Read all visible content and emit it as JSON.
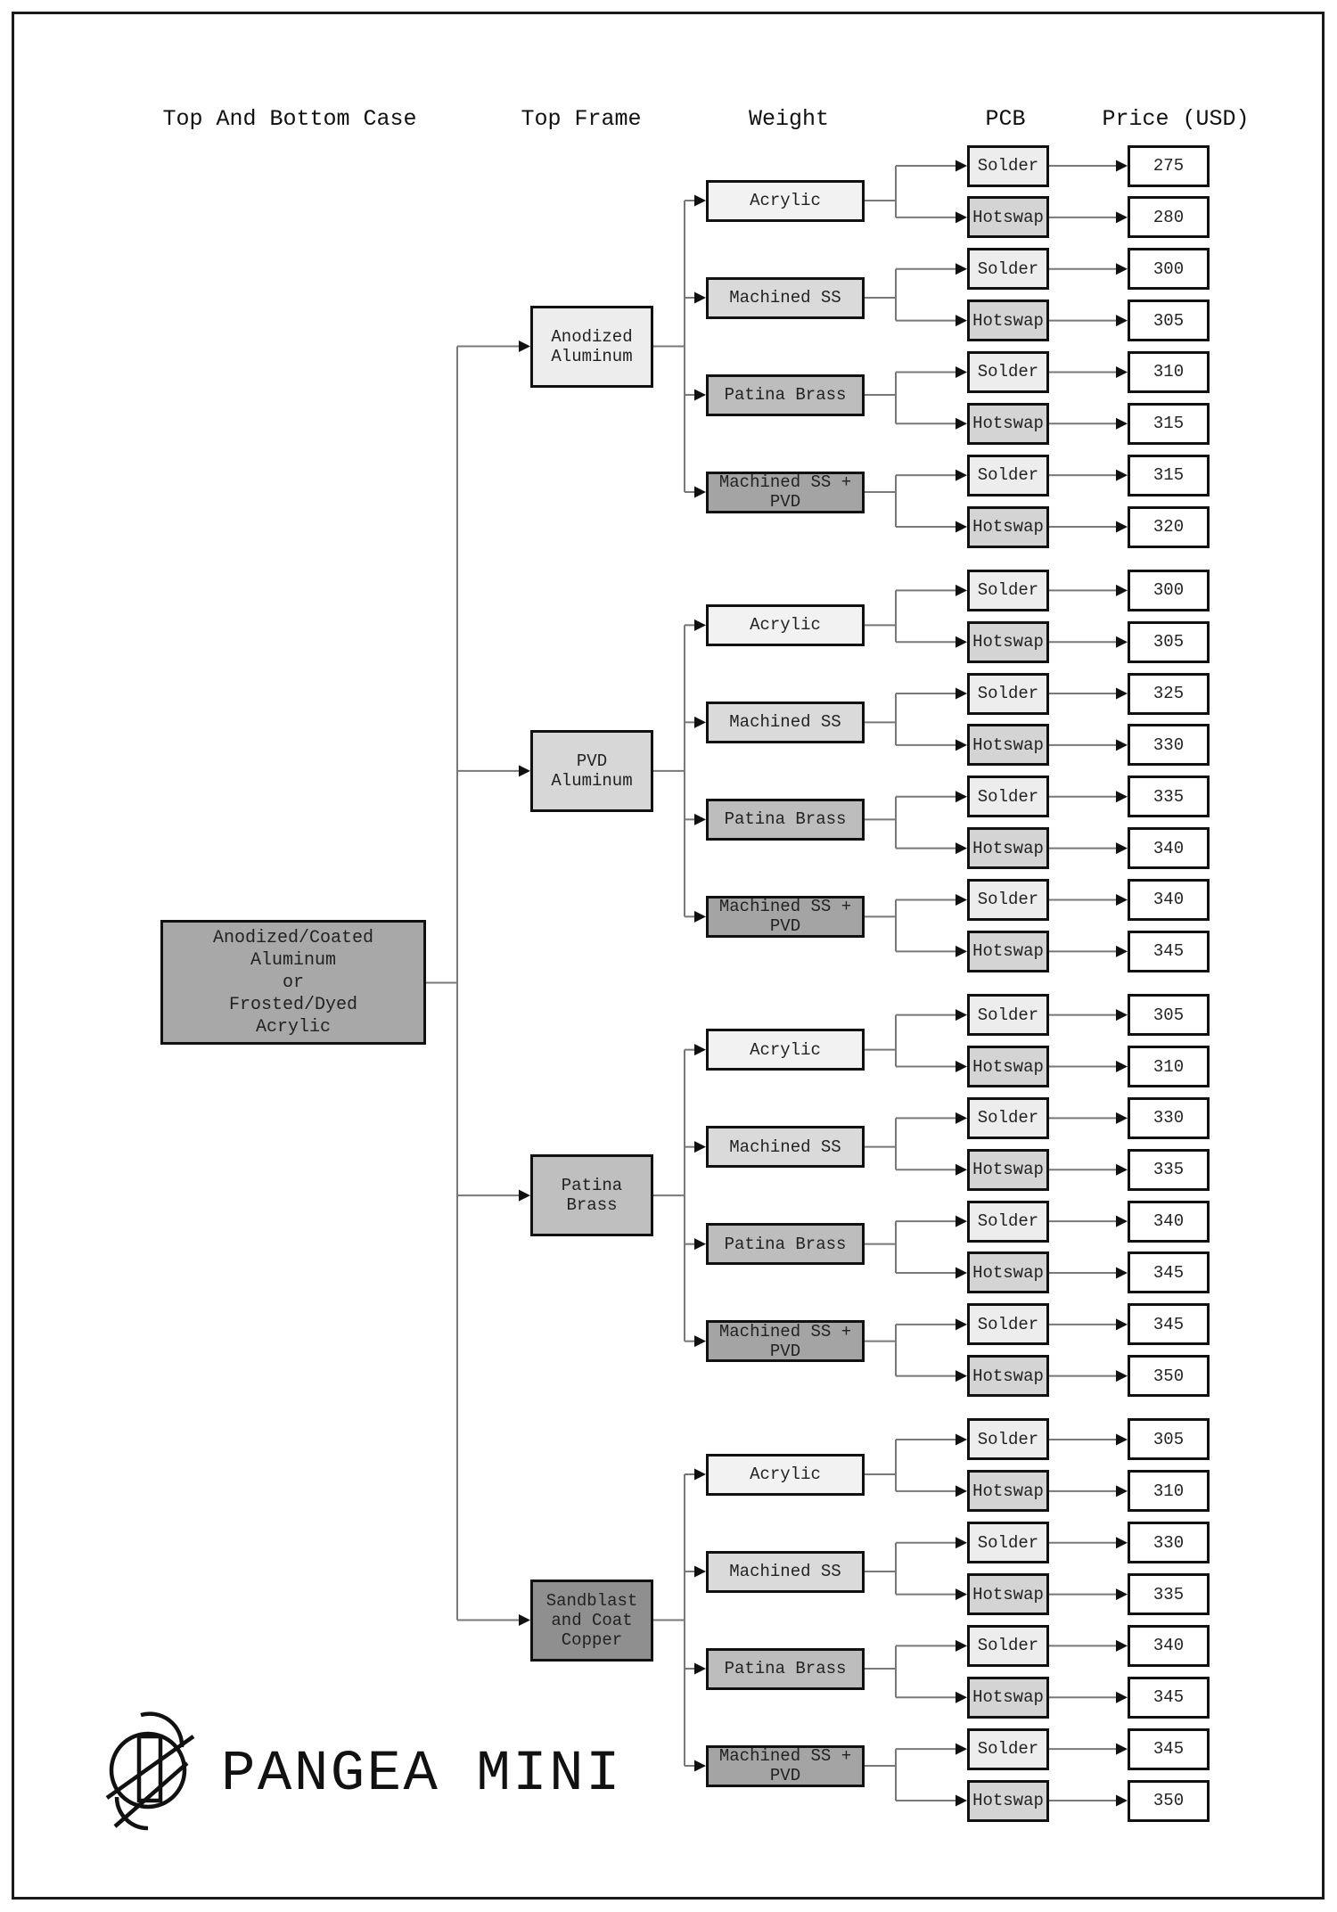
{
  "headers": [
    {
      "label": "Top And Bottom Case"
    },
    {
      "label": "Top Frame"
    },
    {
      "label": "Weight"
    },
    {
      "label": "PCB"
    },
    {
      "label": "Price (USD)"
    }
  ],
  "logo": {
    "brand": "PANGEA MINI",
    "mark": "crossed-circle-keyboard-logo"
  },
  "colors": {
    "page_background": "#ffffff",
    "page_border": "#1a1a1a",
    "wire": "#787878",
    "arrowhead": "#111111",
    "box_border": "#111111",
    "price_fill": "#ffffff"
  },
  "tree": {
    "case": {
      "lines": [
        "Anodized/Coated",
        "Aluminum",
        "or",
        "Frosted/Dyed",
        "Acrylic"
      ],
      "fill": "#a8a8a8"
    },
    "frames": [
      {
        "label": "Anodized Aluminum",
        "lines": [
          "Anodized",
          "Aluminum"
        ],
        "fill": "#ededed",
        "weights": [
          {
            "label": "Acrylic",
            "lines": [
              "Acrylic"
            ],
            "fill": "#f2f2f2",
            "pcbs": [
              {
                "label": "Solder",
                "fill": "#ededed",
                "price": "275"
              },
              {
                "label": "Hotswap",
                "fill": "#d4d4d4",
                "price": "280"
              }
            ]
          },
          {
            "label": "Machined SS",
            "lines": [
              "Machined SS"
            ],
            "fill": "#dadada",
            "pcbs": [
              {
                "label": "Solder",
                "fill": "#ededed",
                "price": "300"
              },
              {
                "label": "Hotswap",
                "fill": "#d4d4d4",
                "price": "305"
              }
            ]
          },
          {
            "label": "Patina Brass",
            "lines": [
              "Patina Brass"
            ],
            "fill": "#bdbdbd",
            "pcbs": [
              {
                "label": "Solder",
                "fill": "#ededed",
                "price": "310"
              },
              {
                "label": "Hotswap",
                "fill": "#d4d4d4",
                "price": "315"
              }
            ]
          },
          {
            "label": "Machined SS + PVD",
            "lines": [
              "Machined SS +",
              "PVD"
            ],
            "fill": "#a4a4a4",
            "pcbs": [
              {
                "label": "Solder",
                "fill": "#ededed",
                "price": "315"
              },
              {
                "label": "Hotswap",
                "fill": "#d4d4d4",
                "price": "320"
              }
            ]
          }
        ]
      },
      {
        "label": "PVD Aluminum",
        "lines": [
          "PVD",
          "Aluminum"
        ],
        "fill": "#d7d7d7",
        "weights": [
          {
            "label": "Acrylic",
            "lines": [
              "Acrylic"
            ],
            "fill": "#f2f2f2",
            "pcbs": [
              {
                "label": "Solder",
                "fill": "#ededed",
                "price": "300"
              },
              {
                "label": "Hotswap",
                "fill": "#d4d4d4",
                "price": "305"
              }
            ]
          },
          {
            "label": "Machined SS",
            "lines": [
              "Machined SS"
            ],
            "fill": "#dadada",
            "pcbs": [
              {
                "label": "Solder",
                "fill": "#ededed",
                "price": "325"
              },
              {
                "label": "Hotswap",
                "fill": "#d4d4d4",
                "price": "330"
              }
            ]
          },
          {
            "label": "Patina Brass",
            "lines": [
              "Patina Brass"
            ],
            "fill": "#bdbdbd",
            "pcbs": [
              {
                "label": "Solder",
                "fill": "#ededed",
                "price": "335"
              },
              {
                "label": "Hotswap",
                "fill": "#d4d4d4",
                "price": "340"
              }
            ]
          },
          {
            "label": "Machined SS + PVD",
            "lines": [
              "Machined SS +",
              "PVD"
            ],
            "fill": "#a4a4a4",
            "pcbs": [
              {
                "label": "Solder",
                "fill": "#ededed",
                "price": "340"
              },
              {
                "label": "Hotswap",
                "fill": "#d4d4d4",
                "price": "345"
              }
            ]
          }
        ]
      },
      {
        "label": "Patina Brass",
        "lines": [
          "Patina",
          "Brass"
        ],
        "fill": "#bfbfbf",
        "weights": [
          {
            "label": "Acrylic",
            "lines": [
              "Acrylic"
            ],
            "fill": "#f2f2f2",
            "pcbs": [
              {
                "label": "Solder",
                "fill": "#ededed",
                "price": "305"
              },
              {
                "label": "Hotswap",
                "fill": "#d4d4d4",
                "price": "310"
              }
            ]
          },
          {
            "label": "Machined SS",
            "lines": [
              "Machined SS"
            ],
            "fill": "#dadada",
            "pcbs": [
              {
                "label": "Solder",
                "fill": "#ededed",
                "price": "330"
              },
              {
                "label": "Hotswap",
                "fill": "#d4d4d4",
                "price": "335"
              }
            ]
          },
          {
            "label": "Patina Brass",
            "lines": [
              "Patina Brass"
            ],
            "fill": "#bdbdbd",
            "pcbs": [
              {
                "label": "Solder",
                "fill": "#ededed",
                "price": "340"
              },
              {
                "label": "Hotswap",
                "fill": "#d4d4d4",
                "price": "345"
              }
            ]
          },
          {
            "label": "Machined SS + PVD",
            "lines": [
              "Machined SS +",
              "PVD"
            ],
            "fill": "#a4a4a4",
            "pcbs": [
              {
                "label": "Solder",
                "fill": "#ededed",
                "price": "345"
              },
              {
                "label": "Hotswap",
                "fill": "#d4d4d4",
                "price": "350"
              }
            ]
          }
        ]
      },
      {
        "label": "Sandblast and Coat Copper",
        "lines": [
          "Sandblast",
          "and Coat",
          "Copper"
        ],
        "fill": "#8f8f8f",
        "weights": [
          {
            "label": "Acrylic",
            "lines": [
              "Acrylic"
            ],
            "fill": "#f2f2f2",
            "pcbs": [
              {
                "label": "Solder",
                "fill": "#ededed",
                "price": "305"
              },
              {
                "label": "Hotswap",
                "fill": "#d4d4d4",
                "price": "310"
              }
            ]
          },
          {
            "label": "Machined SS",
            "lines": [
              "Machined SS"
            ],
            "fill": "#dadada",
            "pcbs": [
              {
                "label": "Solder",
                "fill": "#ededed",
                "price": "330"
              },
              {
                "label": "Hotswap",
                "fill": "#d4d4d4",
                "price": "335"
              }
            ]
          },
          {
            "label": "Patina Brass",
            "lines": [
              "Patina Brass"
            ],
            "fill": "#bdbdbd",
            "pcbs": [
              {
                "label": "Solder",
                "fill": "#ededed",
                "price": "340"
              },
              {
                "label": "Hotswap",
                "fill": "#d4d4d4",
                "price": "345"
              }
            ]
          },
          {
            "label": "Machined SS + PVD",
            "lines": [
              "Machined SS +",
              "PVD"
            ],
            "fill": "#a4a4a4",
            "pcbs": [
              {
                "label": "Solder",
                "fill": "#ededed",
                "price": "345"
              },
              {
                "label": "Hotswap",
                "fill": "#d4d4d4",
                "price": "350"
              }
            ]
          }
        ]
      }
    ]
  }
}
